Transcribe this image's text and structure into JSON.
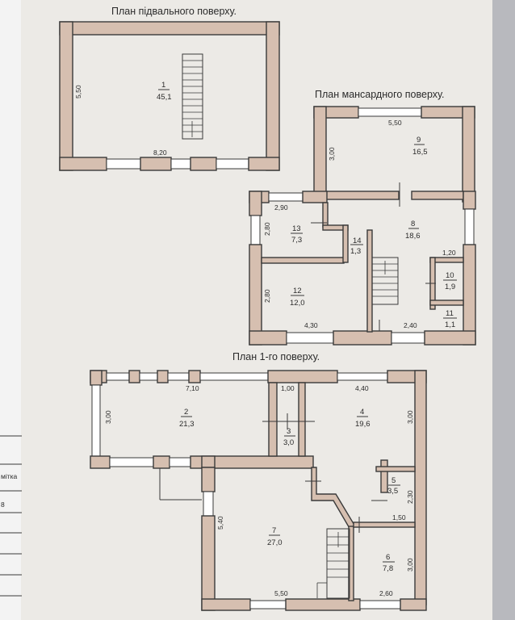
{
  "titles": {
    "basement": "План підвального поверху.",
    "attic": "План мансардного поверху.",
    "first": "План 1-го поверху."
  },
  "rooms": [
    {
      "id": "r1",
      "num": "1",
      "area": "45,1"
    },
    {
      "id": "r2",
      "num": "2",
      "area": "21,3"
    },
    {
      "id": "r3",
      "num": "3",
      "area": "3,0"
    },
    {
      "id": "r4",
      "num": "4",
      "area": "19,6"
    },
    {
      "id": "r5",
      "num": "5",
      "area": "3,5"
    },
    {
      "id": "r6",
      "num": "6",
      "area": "7,8"
    },
    {
      "id": "r7",
      "num": "7",
      "area": "27,0"
    },
    {
      "id": "r8",
      "num": "8",
      "area": "18,6"
    },
    {
      "id": "r9",
      "num": "9",
      "area": "16,5"
    },
    {
      "id": "r10",
      "num": "10",
      "area": "1,9"
    },
    {
      "id": "r11",
      "num": "11",
      "area": "1,1"
    },
    {
      "id": "r12",
      "num": "12",
      "area": "12,0"
    },
    {
      "id": "r13",
      "num": "13",
      "area": "7,3"
    },
    {
      "id": "r14",
      "num": "14",
      "area": "1,3"
    }
  ],
  "dimensions": {
    "b_width": "8,20",
    "b_height": "5,50",
    "a_top": "5,50",
    "a_9h": "3,00",
    "a_13w": "2,90",
    "a_13h": "2,80",
    "a_12h": "2,80",
    "a_12w": "4,30",
    "a_bot": "2,40",
    "a_10w": "1,20",
    "f_2w": "7,10",
    "f_2h": "3,00",
    "f_3w": "1,00",
    "f_4w": "4,40",
    "f_4h": "3,00",
    "f_5h": "2,30",
    "f_5w": "1,50",
    "f_7h": "5,40",
    "f_7w": "5,50",
    "f_6h": "3,00",
    "f_6w": "2,60"
  },
  "side_note": {
    "label": "мітка",
    "value": "8"
  }
}
